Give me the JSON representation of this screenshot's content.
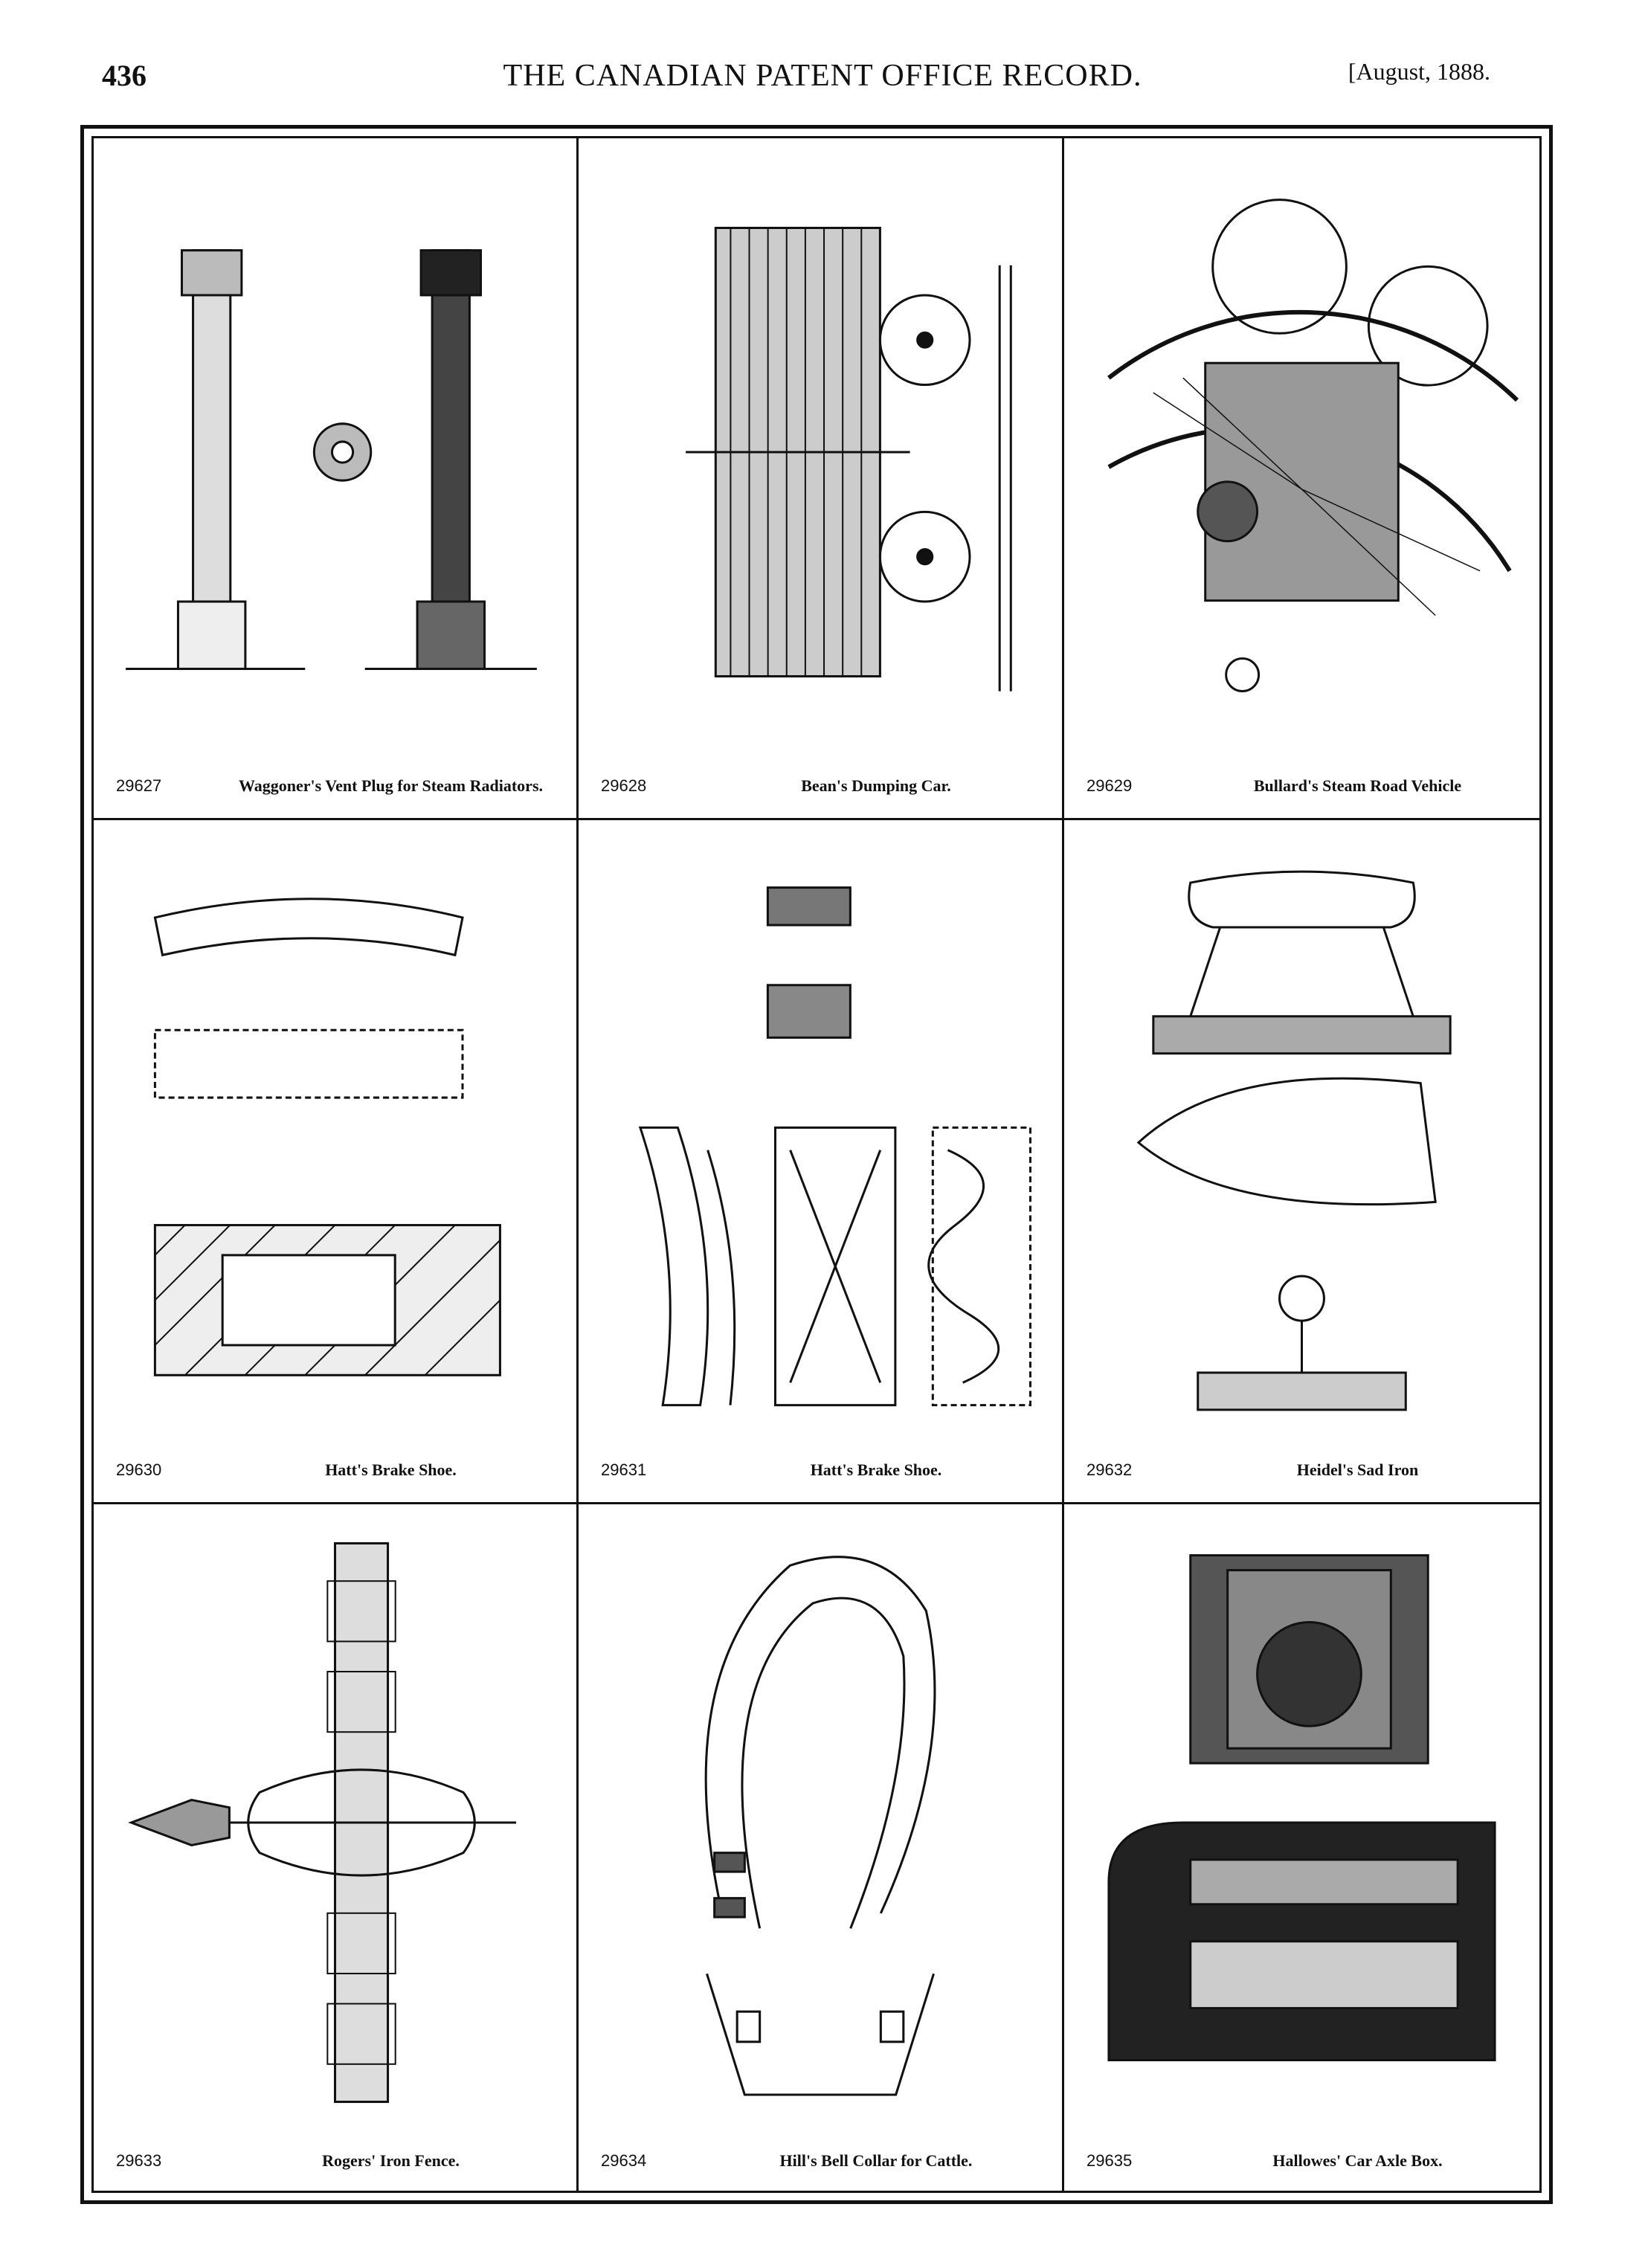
{
  "header": {
    "page_number": "436",
    "title": "THE CANADIAN PATENT OFFICE RECORD.",
    "date": "[August, 1888."
  },
  "figures": [
    {
      "number": "29627",
      "title": "Waggoner's Vent Plug for Steam Radiators.",
      "icon": "vent-plug-drawing"
    },
    {
      "number": "29628",
      "title": "Bean's Dumping Car.",
      "icon": "dumping-car-drawing"
    },
    {
      "number": "29629",
      "title": "Bullard's Steam Road Vehicle",
      "icon": "steam-vehicle-drawing"
    },
    {
      "number": "29630",
      "title": "Hatt's Brake Shoe.",
      "icon": "brake-shoe-drawing"
    },
    {
      "number": "29631",
      "title": "Hatt's Brake Shoe.",
      "icon": "brake-shoe-drawing"
    },
    {
      "number": "29632",
      "title": "Heidel's Sad Iron",
      "icon": "sad-iron-drawing"
    },
    {
      "number": "29633",
      "title": "Rogers' Iron Fence.",
      "icon": "iron-fence-drawing"
    },
    {
      "number": "29634",
      "title": "Hill's Bell Collar for Cattle.",
      "icon": "bell-collar-drawing"
    },
    {
      "number": "29635",
      "title": "Hallowes' Car Axle Box.",
      "icon": "axle-box-drawing"
    }
  ]
}
